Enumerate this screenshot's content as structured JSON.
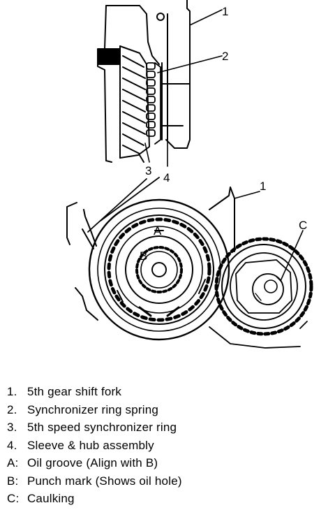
{
  "callouts": {
    "top_fork": "1",
    "ring_spring": "2",
    "synchro_ring": "3",
    "sleeve_hub": "4",
    "bottom_fork": "1",
    "oil_groove": "A",
    "punch_mark": "B",
    "caulking": "C"
  },
  "legend": [
    {
      "key": "1.",
      "text": "5th gear shift fork"
    },
    {
      "key": "2.",
      "text": "Synchronizer ring spring"
    },
    {
      "key": "3.",
      "text": "5th speed synchronizer ring"
    },
    {
      "key": "4.",
      "text": "Sleeve & hub assembly"
    },
    {
      "key": "A:",
      "text": "Oil groove (Align with B)"
    },
    {
      "key": "B:",
      "text": "Punch mark (Shows oil hole)"
    },
    {
      "key": "C:",
      "text": "Caulking"
    }
  ]
}
